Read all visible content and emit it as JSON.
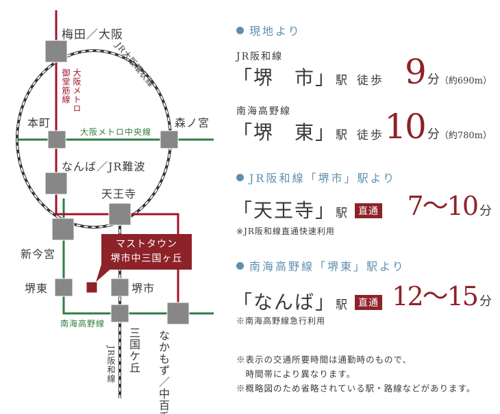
{
  "map": {
    "stations": {
      "umeda": "梅田／大阪",
      "honmachi": "本町",
      "morinomiya": "森ノ宮",
      "namba": "なんば／JR難波",
      "tennoji": "天王寺",
      "shinimamiya": "新今宮",
      "sakaihigashi": "堺東",
      "sakai": "堺市",
      "mikunigaoka": "三国ケ丘",
      "nakamozu": "なかもず／中百舌鳥"
    },
    "lines": {
      "loop": "JR大阪環状線",
      "midosuji_1": "大阪メトロ",
      "midosuji_2": "御堂筋線",
      "chuo": "大阪メトロ中央線",
      "nankai": "南海高野線",
      "hanwa": "JR阪和線"
    },
    "property": {
      "line1": "マストタウン",
      "line2": "堺市中三国ヶ丘"
    },
    "colors": {
      "red": "#a3122b",
      "green": "#2f7d3f",
      "station": "#878787",
      "property": "#8e2229"
    }
  },
  "access": {
    "section1": {
      "heading": "現地より",
      "items": [
        {
          "line": "JR阪和線",
          "station": "「堺　市」",
          "eki": "駅",
          "walk": "徒歩",
          "minutes": "9",
          "unit": "分",
          "distance": "（約690m）"
        },
        {
          "line": "南海高野線",
          "station": "「堺　東」",
          "eki": "駅",
          "walk": "徒歩",
          "minutes": "10",
          "unit": "分",
          "distance": "（約780m）"
        }
      ]
    },
    "section2": {
      "heading": "JR阪和線「堺市」駅より",
      "station": "「天王寺」",
      "eki": "駅",
      "badge": "直通",
      "minutes": "7～10",
      "unit": "分",
      "note": "※JR阪和線直通快速利用"
    },
    "section3": {
      "heading": "南海高野線「堺東」駅より",
      "station": "「なんば」",
      "eki": "駅",
      "badge": "直通",
      "minutes": "12～15",
      "unit": "分",
      "note": "※南海高野線急行利用"
    },
    "notes": [
      "※表示の交通所要時間は通勤時のもので、",
      "　時間帯により異なります。",
      "※概略図のため省略されている駅・路線などがあります。"
    ]
  }
}
